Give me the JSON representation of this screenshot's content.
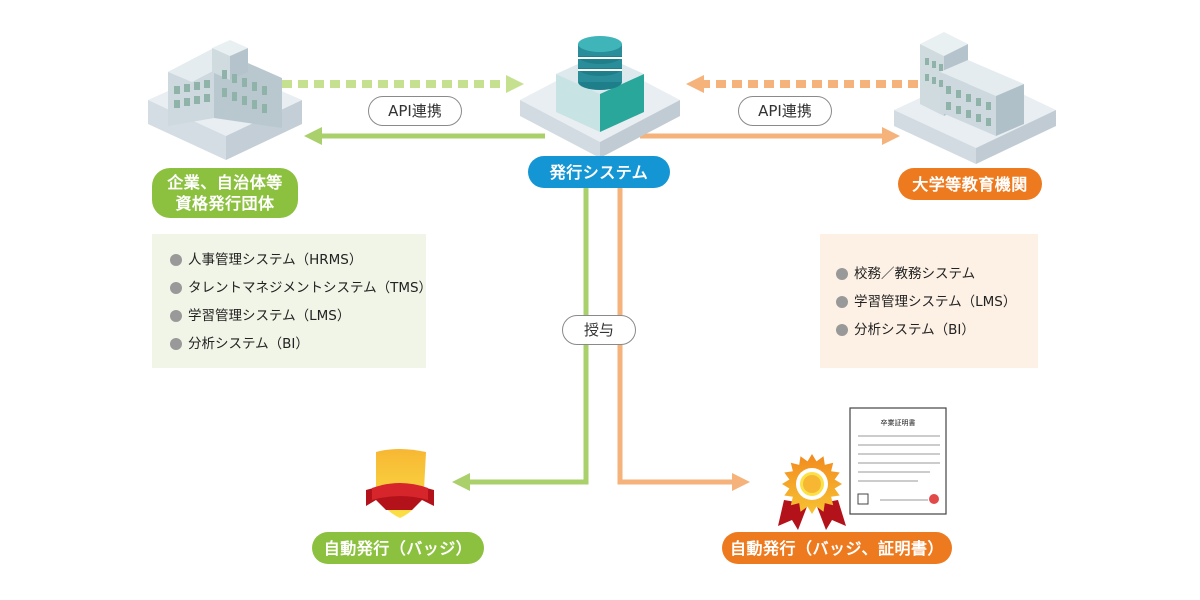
{
  "labels": {
    "left_org": [
      "企業、自治体等",
      "資格発行団体"
    ],
    "center_system": "発行システム",
    "right_org": "大学等教育機関",
    "api_left": "API連携",
    "api_right": "API連携",
    "grant": "授与",
    "issue_left": "自動発行（バッジ）",
    "issue_right": "自動発行（バッジ、証明書）"
  },
  "left_systems": [
    "人事管理システム（HRMS）",
    "タレントマネジメントシステム（TMS）",
    "学習管理システム（LMS）",
    "分析システム（BI）"
  ],
  "right_systems": [
    "校務／教務システム",
    "学習管理システム（LMS）",
    "分析システム（BI）"
  ],
  "certificate": {
    "title": "卒業証明書"
  },
  "colors": {
    "green": "#8cc13f",
    "light_green": "#c5e08e",
    "orange": "#ee7a1f",
    "light_orange": "#f5b27a",
    "blue": "#1596d4",
    "teal": "#2aa79b"
  },
  "icons": {
    "left_building": "office-building-icon",
    "center_server": "database-server-icon",
    "right_building": "university-building-icon",
    "left_badge": "shield-badge-icon",
    "right_badge": "rosette-badge-icon",
    "certificate": "certificate-document-icon"
  }
}
